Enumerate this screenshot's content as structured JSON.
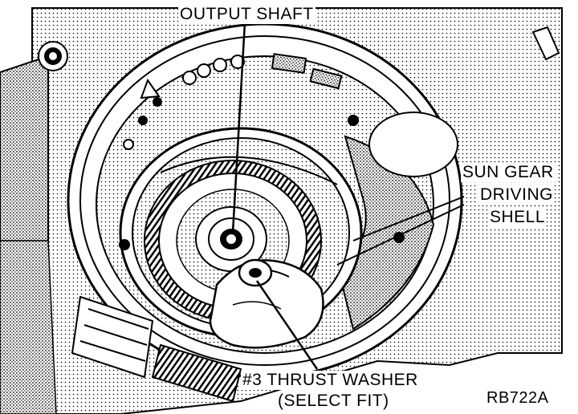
{
  "labels": {
    "output_shaft": "OUTPUT SHAFT",
    "sun_gear_line1": "SUN GEAR",
    "sun_gear_line2": "DRIVING",
    "sun_gear_line3": "SHELL",
    "thrust_washer_line1": "#3 THRUST WASHER",
    "thrust_washer_line2": "(SELECT FIT)",
    "figure_code": "RB722A"
  },
  "colors": {
    "ink": "#000000",
    "paper": "#ffffff",
    "halftone": "#8a8a8a"
  }
}
